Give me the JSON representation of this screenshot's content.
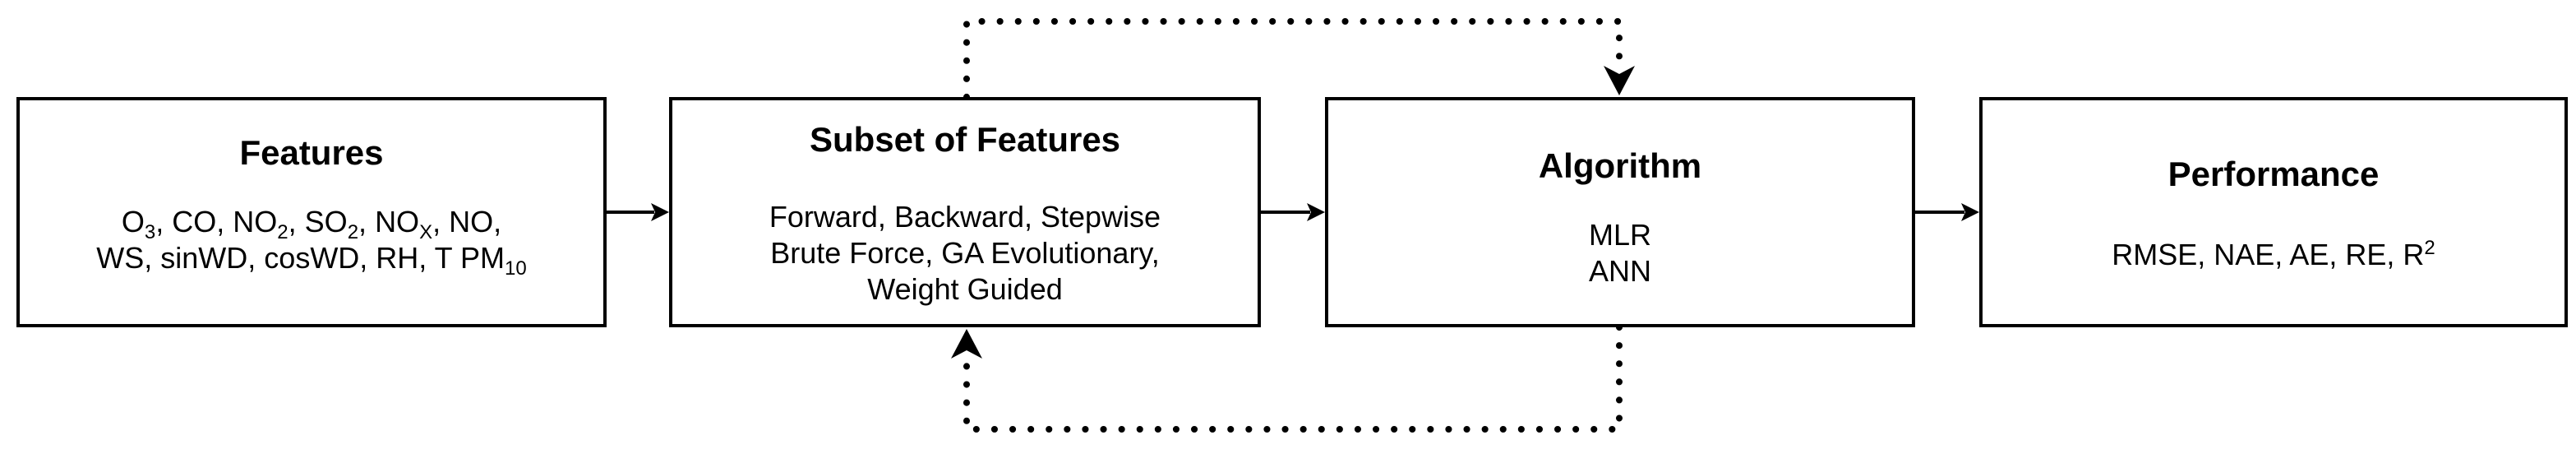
{
  "features": {
    "title": "Features",
    "line1": {
      "o3_base": "O",
      "o3_sub": "3",
      "sep1": ", CO, ",
      "no2_base": "NO",
      "no2_sub": "2",
      "sep2": ", ",
      "so2_base": "SO",
      "so2_sub": "2",
      "sep3": ", ",
      "nox_base": "NO",
      "nox_sub": "X",
      "tail": ", NO,"
    },
    "line2": {
      "text": "WS, sinWD, cosWD, RH, T PM",
      "pm_sub": "10"
    }
  },
  "subset": {
    "title": "Subset of Features",
    "lines": [
      "Forward, Backward, Stepwise",
      "Brute Force, GA Evolutionary,",
      "Weight Guided"
    ]
  },
  "algorithm": {
    "title": "Algorithm",
    "lines": [
      "MLR",
      "ANN"
    ]
  },
  "performance": {
    "title": "Performance",
    "metrics_text": "RMSE, NAE, AE, RE, R",
    "r2_sup": "2"
  },
  "colors": {
    "stroke": "#000000",
    "background": "#ffffff"
  }
}
